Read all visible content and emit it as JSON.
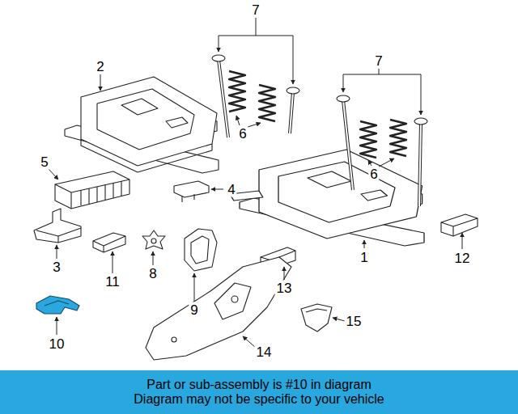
{
  "diagram": {
    "nodes": [
      {
        "text": [
          "Part or sub-assembly is #10 in diagram",
          "Diagram may not be specific to your vehicle"
        ]
      }
    ],
    "labels": [
      "7",
      "7",
      "2",
      "6",
      "6",
      "5",
      "4",
      "1",
      "12",
      "3",
      "11",
      "8",
      "9",
      "13",
      "15",
      "14",
      "10"
    ]
  }
}
